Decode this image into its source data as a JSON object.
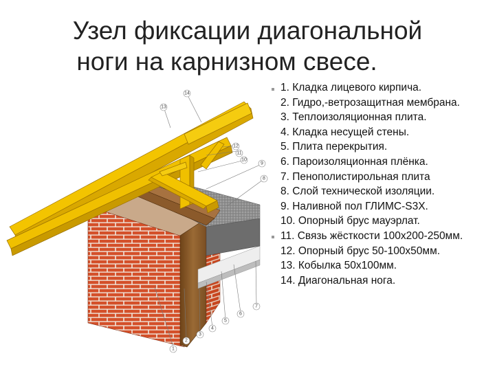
{
  "title": {
    "line1": "Узел фиксации диагональной",
    "line2": "ноги на карнизном свесе."
  },
  "legend": [
    "1. Кладка лицевого кирпича.",
    "2. Гидро,-ветрозащитная мембрана.",
    "3. Теплоизоляционная плита.",
    "4. Кладка несущей стены.",
    "5. Плита перекрытия.",
    "6. Пароизоляционная плёнка.",
    "7. Пенополистирольная плита",
    "8. Слой технической изоляции.",
    "9. Наливной пол ГЛИМС-S3X.",
    "10. Опорный брус мауэрлат.",
    "11. Связь жёсткости 100х200-250мм.",
    "12. Опорный брус 50-100х50мм.",
    "13. Кобылка 50х100мм.",
    "14. Диагональная нога."
  ],
  "callouts": [
    "1",
    "2",
    "3",
    "4",
    "5",
    "6",
    "7",
    "8",
    "9",
    "10",
    "11",
    "12",
    "13",
    "14"
  ],
  "colors": {
    "brick": "#d4502a",
    "mortar": "#f0e6dc",
    "timber": "#f0c000",
    "timber_dark": "#c89200",
    "wood_beam": "#8b5a2b",
    "concrete": "#9a9a9a",
    "insulation": "#e8e8e8"
  }
}
